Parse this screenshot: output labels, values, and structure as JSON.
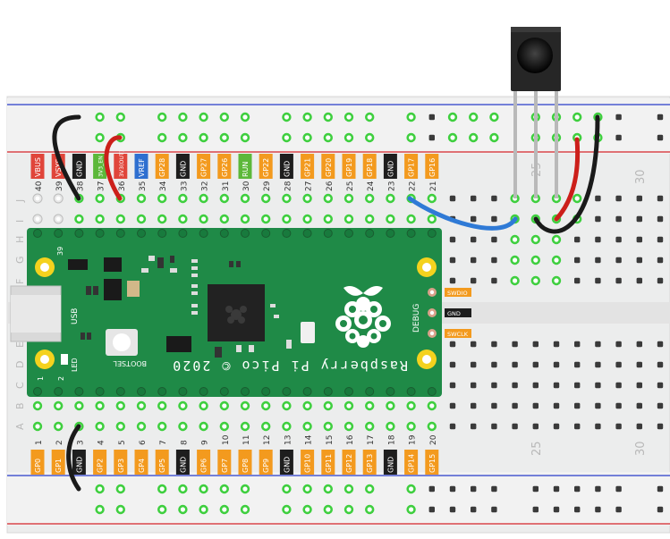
{
  "top_pins": [
    {
      "num": "40",
      "label": "VBUS",
      "color": "#e0453a"
    },
    {
      "num": "39",
      "label": "VSYS",
      "color": "#e0453a"
    },
    {
      "num": "38",
      "label": "GND",
      "color": "#1e1e1e"
    },
    {
      "num": "37",
      "label": "3V3_EN",
      "color": "#5cb83a"
    },
    {
      "num": "36",
      "label": "3V3(OUT)",
      "color": "#e0453a"
    },
    {
      "num": "35",
      "label": "VREF",
      "color": "#2e6fd0"
    },
    {
      "num": "34",
      "label": "GP28",
      "color": "#f39a1e"
    },
    {
      "num": "33",
      "label": "GND",
      "color": "#1e1e1e"
    },
    {
      "num": "32",
      "label": "GP27",
      "color": "#f39a1e"
    },
    {
      "num": "31",
      "label": "GP26",
      "color": "#f39a1e"
    },
    {
      "num": "30",
      "label": "RUN",
      "color": "#5cb83a"
    },
    {
      "num": "29",
      "label": "GP22",
      "color": "#f39a1e"
    },
    {
      "num": "28",
      "label": "GND",
      "color": "#1e1e1e"
    },
    {
      "num": "27",
      "label": "GP21",
      "color": "#f39a1e"
    },
    {
      "num": "26",
      "label": "GP20",
      "color": "#f39a1e"
    },
    {
      "num": "25",
      "label": "GP19",
      "color": "#f39a1e"
    },
    {
      "num": "24",
      "label": "GP18",
      "color": "#f39a1e"
    },
    {
      "num": "23",
      "label": "GND",
      "color": "#1e1e1e"
    },
    {
      "num": "22",
      "label": "GP17",
      "color": "#f39a1e"
    },
    {
      "num": "21",
      "label": "GP16",
      "color": "#f39a1e"
    }
  ],
  "bottom_pins": [
    {
      "num": "1",
      "label": "GP0",
      "color": "#f39a1e"
    },
    {
      "num": "2",
      "label": "GP1",
      "color": "#f39a1e"
    },
    {
      "num": "3",
      "label": "GND",
      "color": "#1e1e1e"
    },
    {
      "num": "4",
      "label": "GP2",
      "color": "#f39a1e"
    },
    {
      "num": "5",
      "label": "GP3",
      "color": "#f39a1e"
    },
    {
      "num": "6",
      "label": "GP4",
      "color": "#f39a1e"
    },
    {
      "num": "7",
      "label": "GP5",
      "color": "#f39a1e"
    },
    {
      "num": "8",
      "label": "GND",
      "color": "#1e1e1e"
    },
    {
      "num": "9",
      "label": "GP6",
      "color": "#f39a1e"
    },
    {
      "num": "10",
      "label": "GP7",
      "color": "#f39a1e"
    },
    {
      "num": "11",
      "label": "GP8",
      "color": "#f39a1e"
    },
    {
      "num": "12",
      "label": "GP9",
      "color": "#f39a1e"
    },
    {
      "num": "13",
      "label": "GND",
      "color": "#1e1e1e"
    },
    {
      "num": "14",
      "label": "GP10",
      "color": "#f39a1e"
    },
    {
      "num": "15",
      "label": "GP11",
      "color": "#f39a1e"
    },
    {
      "num": "16",
      "label": "GP12",
      "color": "#f39a1e"
    },
    {
      "num": "17",
      "label": "GP13",
      "color": "#f39a1e"
    },
    {
      "num": "18",
      "label": "GND",
      "color": "#1e1e1e"
    },
    {
      "num": "19",
      "label": "GP14",
      "color": "#f39a1e"
    },
    {
      "num": "20",
      "label": "GP15",
      "color": "#f39a1e"
    }
  ],
  "row_letters_top": [
    "J",
    "I",
    "H",
    "G",
    "F"
  ],
  "row_letters_bottom": [
    "E",
    "D",
    "C",
    "B",
    "A"
  ],
  "column_numbers": [
    "25",
    "30"
  ],
  "board": {
    "brand": "Raspberry Pi Pico © 2020",
    "usb": "USB",
    "led": "LED",
    "bootsel": "BOOTSEL",
    "debug": "DEBUG",
    "pin39": "39",
    "pin1": "1",
    "pin2": "2"
  },
  "debug_pins": [
    {
      "label": "SWDIO",
      "color": "#f39a1e"
    },
    {
      "label": "GND",
      "color": "#1e1e1e"
    },
    {
      "label": "SWCLK",
      "color": "#f39a1e"
    }
  ],
  "wire_colors": {
    "black": "#1a1a1a",
    "red": "#cc1f1a",
    "blue": "#2f7ad6"
  },
  "rail_colors": {
    "blue": "#2a3cc8",
    "red": "#d4232a",
    "hole_green": "#3fcf3f"
  }
}
